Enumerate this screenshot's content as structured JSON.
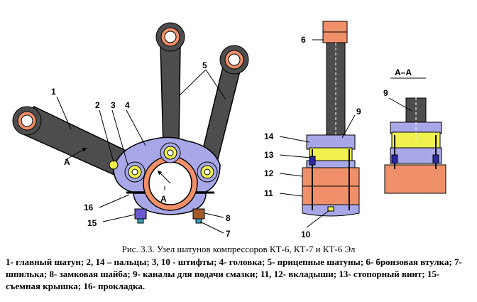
{
  "figure": {
    "caption": "Рис. 3.3. Узел шатунов компрессоров КТ-6, КТ-7 и КТ-6 Эл",
    "legend": "1- главный шатун; 2, 14 – пальцы; 3, 10 - штифты; 4- головка; 5- прицепные шатуны; 6- бронзовая втулка; 7- шпилька; 8- замковая шайба; 9- каналы для подачи смазки; 11, 12- вкладыши; 13- стопорный винт; 15- съемная крышка; 16- прокладка."
  },
  "labels": {
    "l1": "1",
    "l2": "2",
    "l3": "3",
    "l4": "4",
    "l5": "5",
    "l6": "6",
    "l7": "7",
    "l8": "8",
    "l9a": "9",
    "l9b": "9",
    "l10": "10",
    "l11": "11",
    "l12": "12",
    "l13": "13",
    "l14": "14",
    "l15": "15",
    "l16": "16",
    "a_rod": "А",
    "a_center": "А",
    "section": "А–А"
  },
  "colors": {
    "rod": "#4d4d4d",
    "body": "#a8a8e8",
    "copper": "#f0906a",
    "bronze": "#e8a050",
    "yellow": "#f0f050",
    "outline": "#000000"
  }
}
